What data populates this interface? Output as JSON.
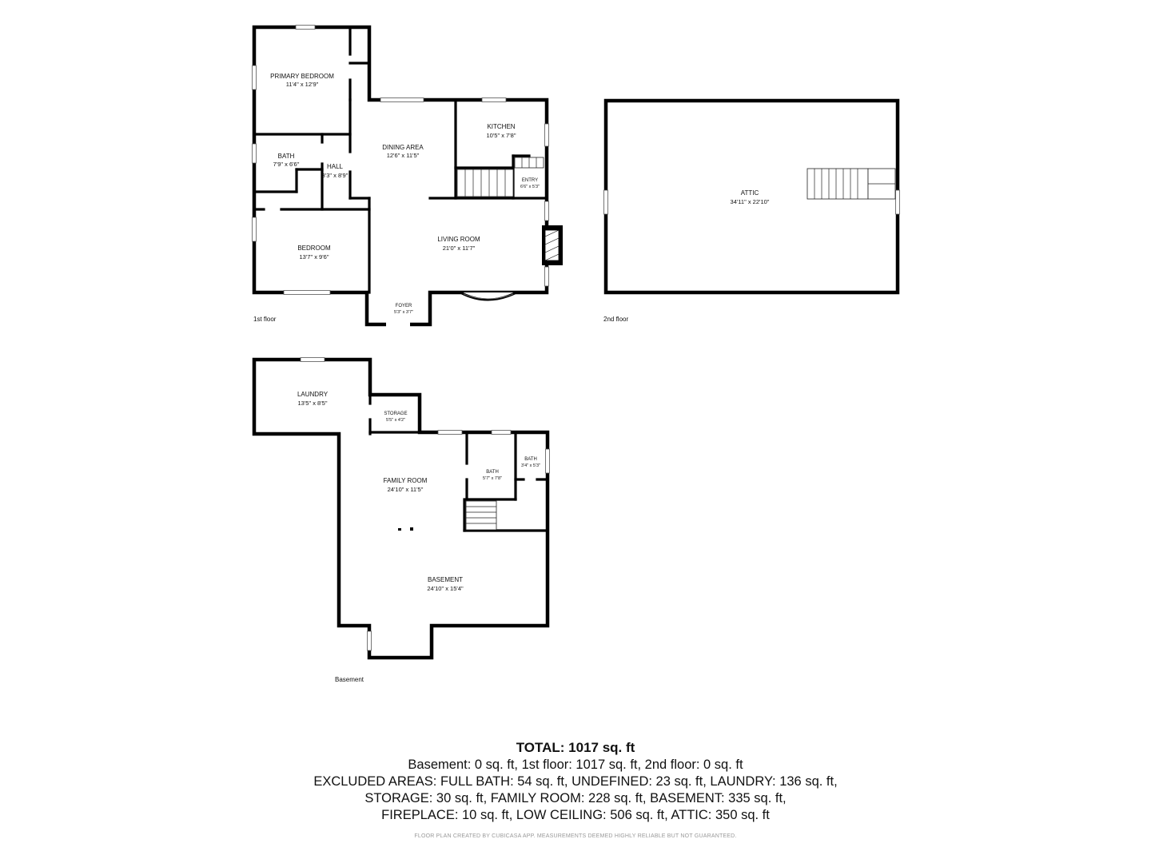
{
  "floors": {
    "first": {
      "label": "1st floor",
      "rooms": {
        "primary_bedroom": {
          "name": "PRIMARY BEDROOM",
          "dim": "11'4\" x 12'9\""
        },
        "bath": {
          "name": "BATH",
          "dim": "7'9\" x 6'6\""
        },
        "hall": {
          "name": "HALL",
          "dim": "3'3\" x 8'9\""
        },
        "dining_area": {
          "name": "DINING AREA",
          "dim": "12'6\" x 11'5\""
        },
        "kitchen": {
          "name": "KITCHEN",
          "dim": "10'5\" x 7'8\""
        },
        "entry": {
          "name": "ENTRY",
          "dim": "6'6\" x 5'3\""
        },
        "bedroom": {
          "name": "BEDROOM",
          "dim": "13'7\" x 9'6\""
        },
        "living_room": {
          "name": "LIVING ROOM",
          "dim": "21'0\" x 11'7\""
        },
        "foyer": {
          "name": "FOYER",
          "dim": "5'3\" x 3'7\""
        }
      }
    },
    "second": {
      "label": "2nd floor",
      "rooms": {
        "attic": {
          "name": "ATTIC",
          "dim": "34'11\" x 22'10\""
        }
      }
    },
    "basement": {
      "label": "Basement",
      "rooms": {
        "laundry": {
          "name": "LAUNDRY",
          "dim": "13'5\" x 8'5\""
        },
        "storage": {
          "name": "STORAGE",
          "dim": "5'5\" x 4'2\""
        },
        "family_room": {
          "name": "FAMILY ROOM",
          "dim": "24'10\" x 11'5\""
        },
        "bath_a": {
          "name": "BATH",
          "dim": "5'7\" x 7'8\""
        },
        "bath_b": {
          "name": "BATH",
          "dim": "3'4\" x 5'3\""
        },
        "basement": {
          "name": "BASEMENT",
          "dim": "24'10\" x 15'4\""
        }
      }
    }
  },
  "summary": {
    "total": "TOTAL: 1017 sq. ft",
    "lines": [
      "Basement: 0 sq. ft, 1st floor: 1017 sq. ft, 2nd floor: 0 sq. ft",
      "EXCLUDED AREAS: FULL BATH: 54 sq. ft, UNDEFINED: 23 sq. ft, LAUNDRY: 136 sq. ft,",
      "STORAGE: 30 sq. ft, FAMILY ROOM: 228 sq. ft, BASEMENT: 335 sq. ft,",
      "FIREPLACE: 10 sq. ft, LOW CEILING: 506 sq. ft, ATTIC: 350 sq. ft"
    ],
    "credit": "FLOOR PLAN CREATED BY CUBICASA APP. MEASUREMENTS DEEMED HIGHLY RELIABLE BUT NOT GUARANTEED."
  }
}
